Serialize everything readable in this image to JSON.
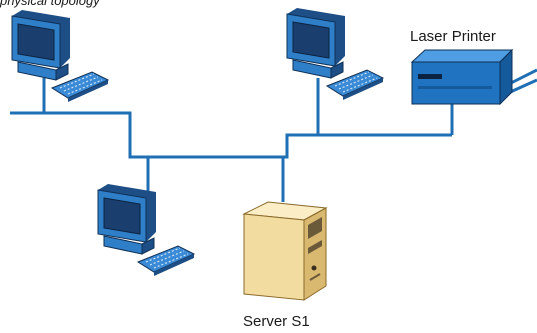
{
  "top_caption": "physical topology",
  "labels": {
    "printer": "Laser Printer",
    "server": "Server S1"
  },
  "colors": {
    "cable": "#1f6fb5",
    "pc_body": "#2f7fc8",
    "pc_dark": "#1d4f86",
    "screen": "#1a3f6e",
    "keyboard": "#3a8ad6",
    "printer": "#1f73c0",
    "server": "#f3dca0",
    "server_shade": "#d9b970"
  },
  "devices": [
    {
      "type": "computer",
      "icon": "desktop-computer-icon"
    },
    {
      "type": "computer",
      "icon": "desktop-computer-icon"
    },
    {
      "type": "computer",
      "icon": "desktop-computer-icon"
    },
    {
      "type": "printer",
      "icon": "laser-printer-icon"
    },
    {
      "type": "server",
      "icon": "tower-server-icon"
    }
  ]
}
